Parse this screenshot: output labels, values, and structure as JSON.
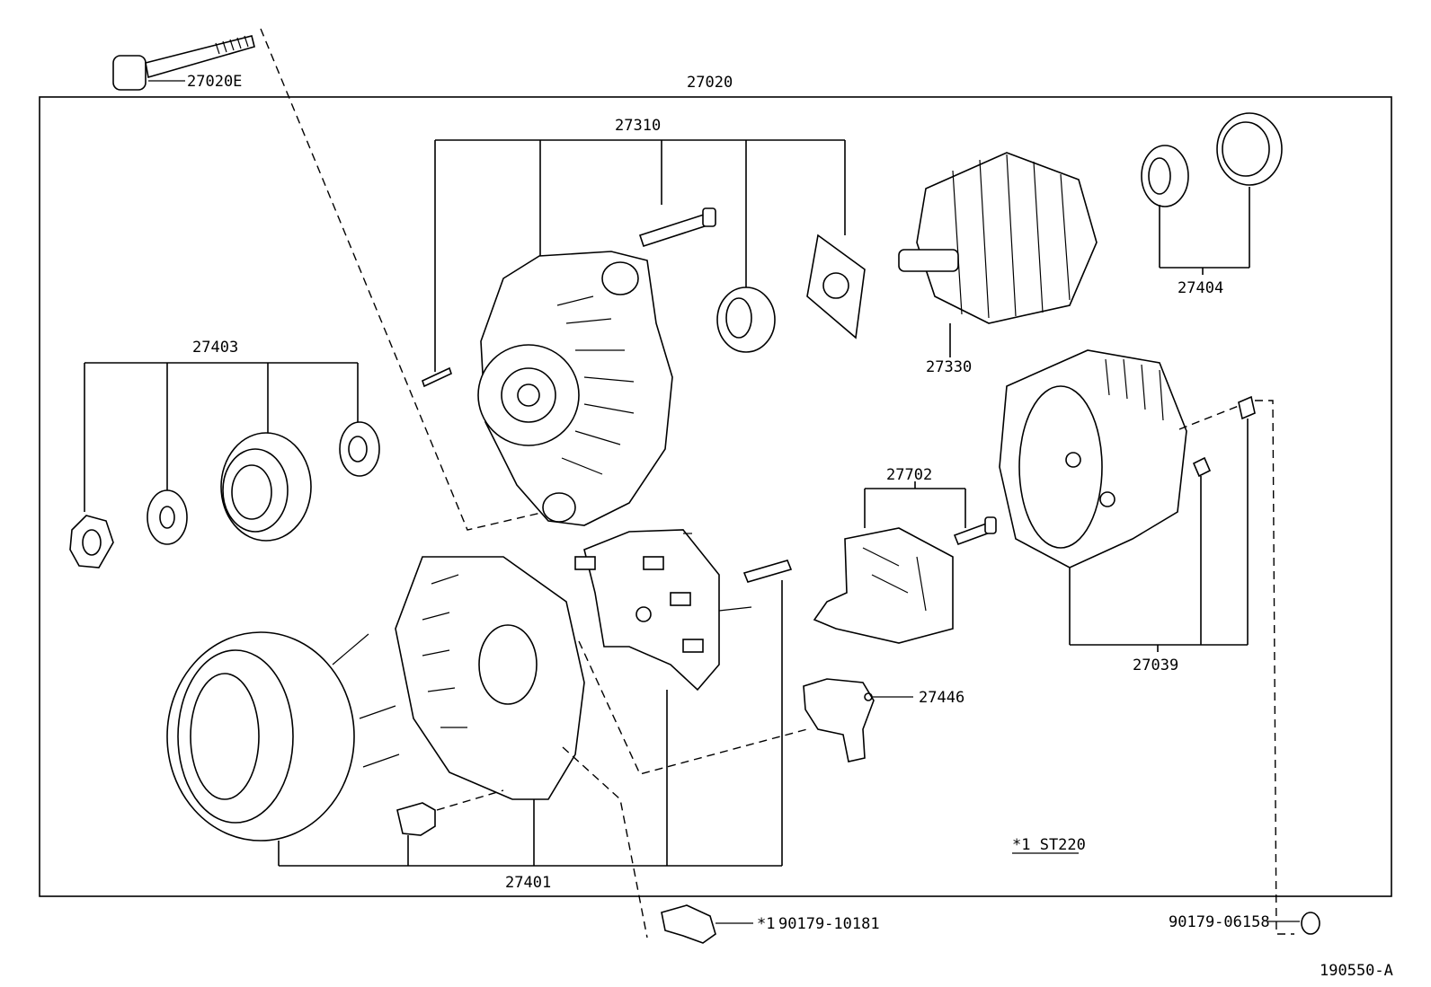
{
  "diagram": {
    "labels": {
      "bolt": "27020E",
      "assembly": "27020",
      "frame_drive_end": "27310",
      "bearing_kit": "27404",
      "rotor": "27330",
      "pulley_kit": "27403",
      "rear_cover": "27039",
      "regulator": "27702",
      "brush_holder": "27446",
      "stator_frame": "27401",
      "note": "*1 ST220",
      "part_rear": "90179-06158",
      "part_bottom_prefix": "*1",
      "part_bottom": "90179-10181",
      "figure_code": "190550-A"
    }
  }
}
